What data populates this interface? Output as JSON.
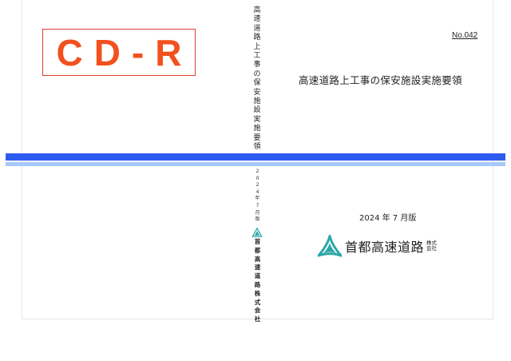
{
  "back_cover": {
    "media_label": "CD-R",
    "media_label_color": "#f2501e",
    "box_border_color": "#e63a2e"
  },
  "spine": {
    "title_chars": [
      "高",
      "速",
      "道",
      "路",
      "上",
      "工",
      "事",
      "の",
      "保",
      "安",
      "施",
      "設",
      "実",
      "施",
      "要",
      "領"
    ],
    "date_chars": [
      "2",
      "0",
      "2",
      "4",
      "年",
      "7",
      "月",
      "版"
    ],
    "logo_icon": "shutoko-logo-icon",
    "company_chars": [
      "首",
      "都",
      "高",
      "速",
      "道",
      "路",
      "株",
      "式",
      "会",
      "社"
    ]
  },
  "bands": {
    "dark_color": "#2f5af2",
    "light_color": "#a6c8fa"
  },
  "front_cover": {
    "doc_number": "No.042",
    "title": "高速道路上工事の保安施設実施要領",
    "edition": "2024 年 7 月版",
    "company_name": "首都高速道路",
    "company_suffix_line1": "株式",
    "company_suffix_line2": "会社",
    "logo_color": "#2aa6a6"
  }
}
